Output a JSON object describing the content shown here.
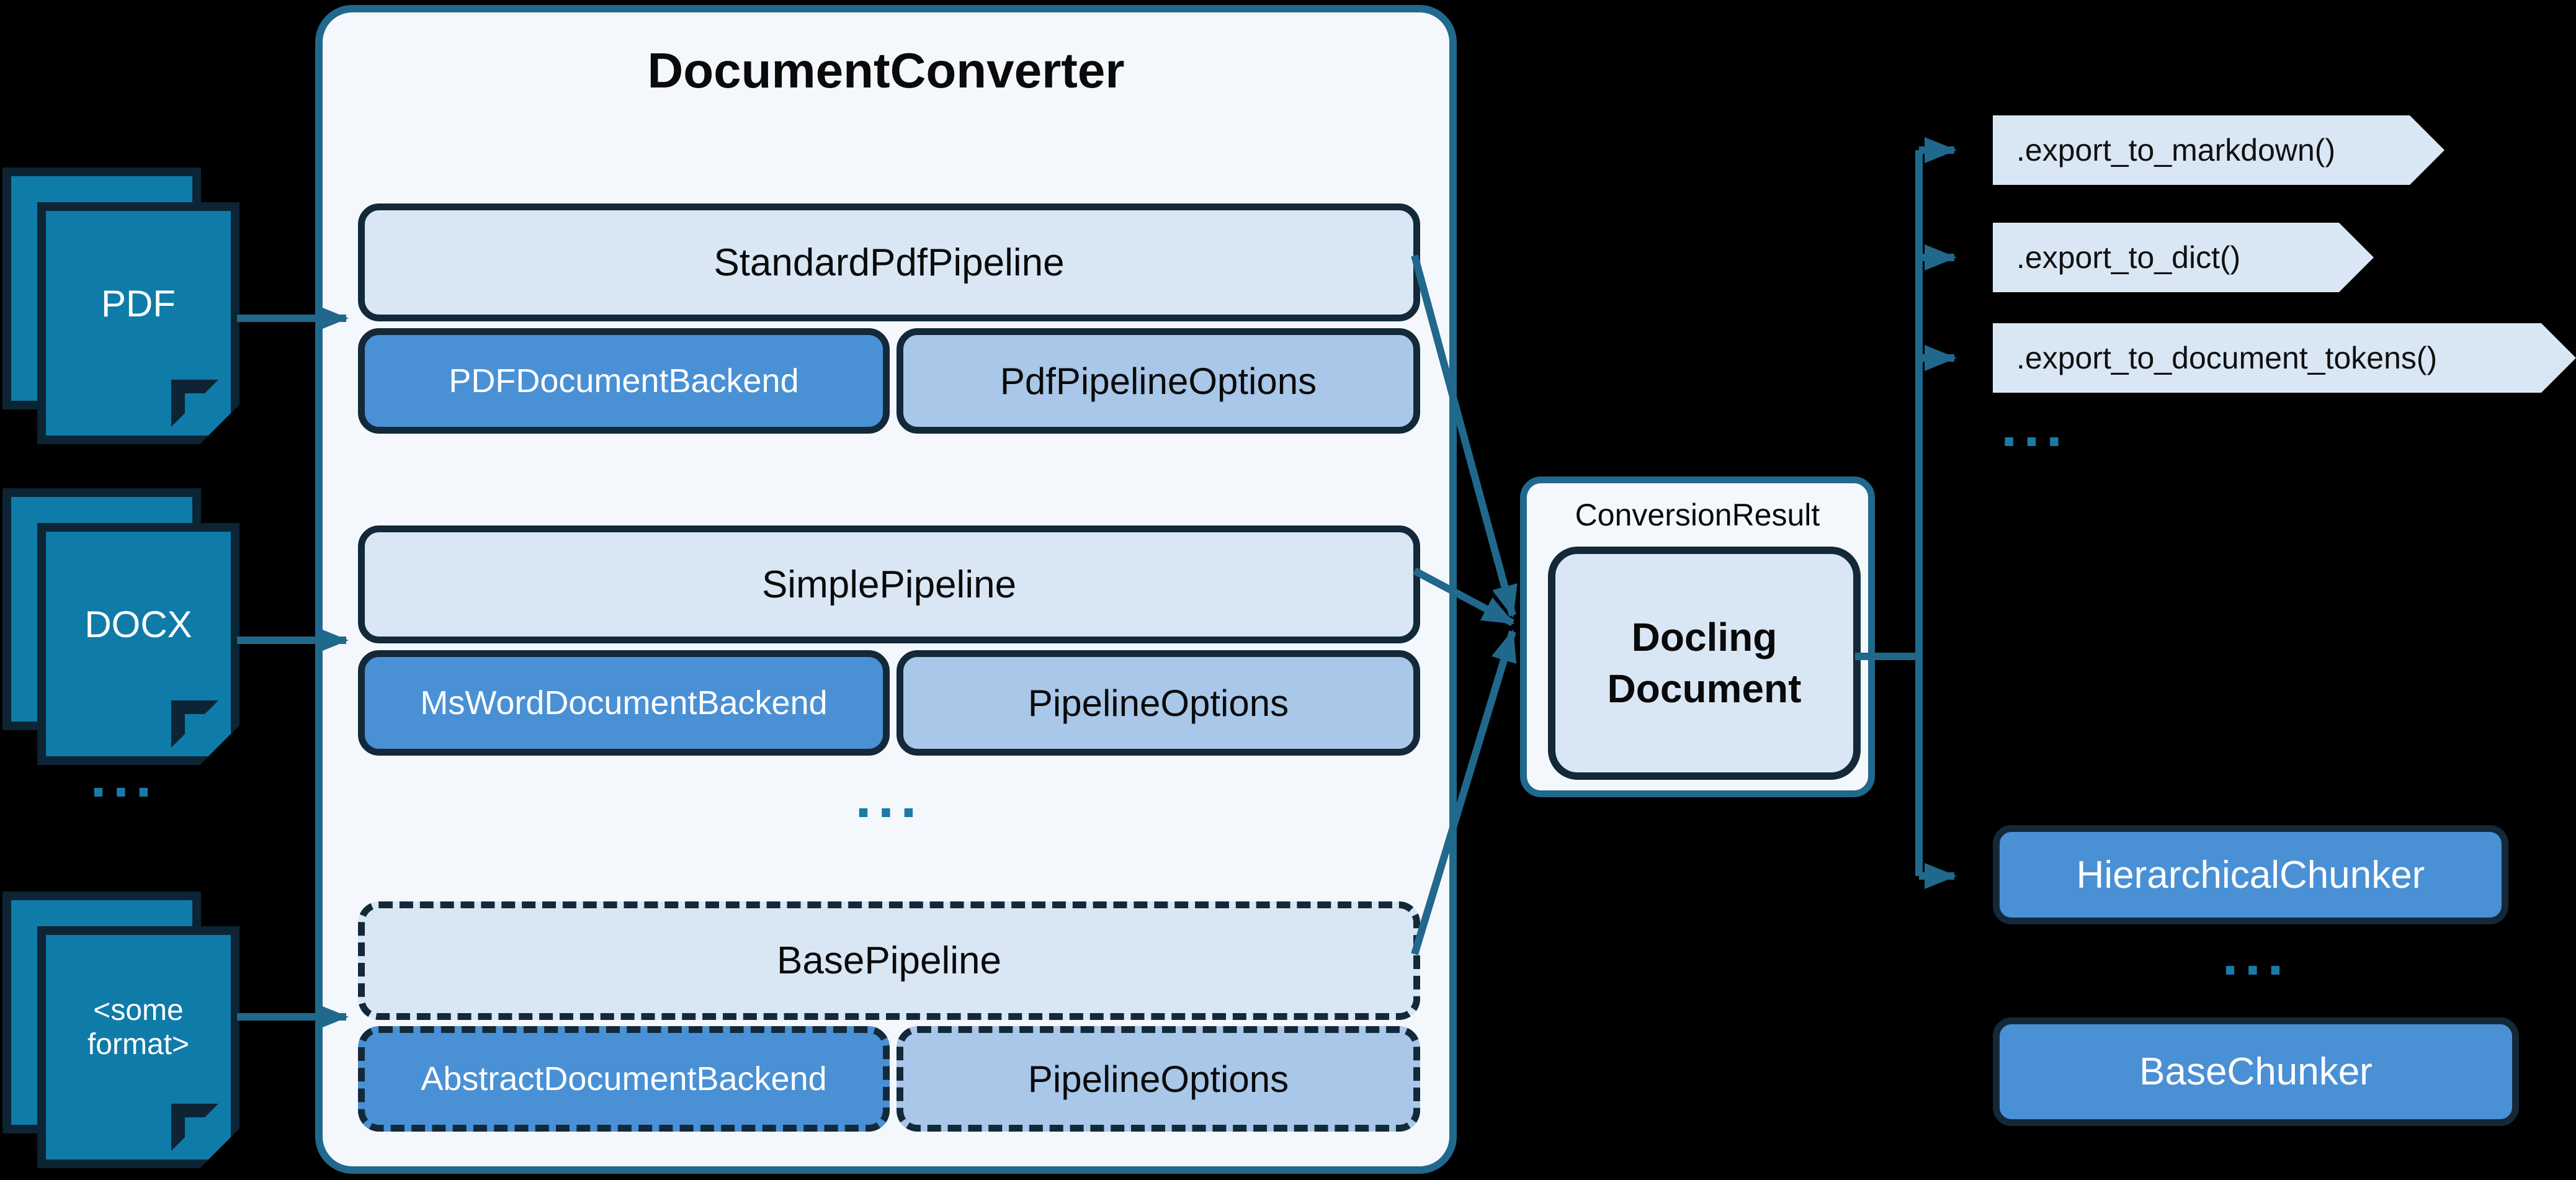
{
  "inputs": [
    {
      "label": "PDF"
    },
    {
      "label": "DOCX"
    },
    {
      "label": "<some format>"
    }
  ],
  "inputs_ellipsis": "...",
  "converter": {
    "title": "DocumentConverter",
    "pipelines": [
      {
        "pipeline": "StandardPdfPipeline",
        "backend": "PDFDocumentBackend",
        "options": "PdfPipelineOptions"
      },
      {
        "pipeline": "SimplePipeline",
        "backend": "MsWordDocumentBackend",
        "options": "PipelineOptions"
      },
      {
        "pipeline": "BasePipeline",
        "backend": "AbstractDocumentBackend",
        "options": "PipelineOptions"
      }
    ],
    "ellipsis": "..."
  },
  "result": {
    "title": "ConversionResult",
    "document": [
      "Docling",
      "Document"
    ]
  },
  "exports": [
    ".export_to_markdown()",
    ".export_to_dict()",
    ".export_to_document_tokens()"
  ],
  "exports_ellipsis": "...",
  "chunkers": [
    {
      "label": "HierarchicalChunker"
    },
    {
      "label": "BaseChunker"
    }
  ],
  "chunkers_ellipsis": "...",
  "colors": {
    "background": "#000000",
    "accent_teal": "#20698c",
    "icon_fill": "#0f7ba8",
    "dark_navy": "#13293a",
    "light_blue": "#d9e7f5",
    "medium_blue": "#4a90d5",
    "pale_blue": "#a9c7e8",
    "panel_white": "#f4f8fc",
    "ellipsis_teal": "#1a7aa8"
  }
}
